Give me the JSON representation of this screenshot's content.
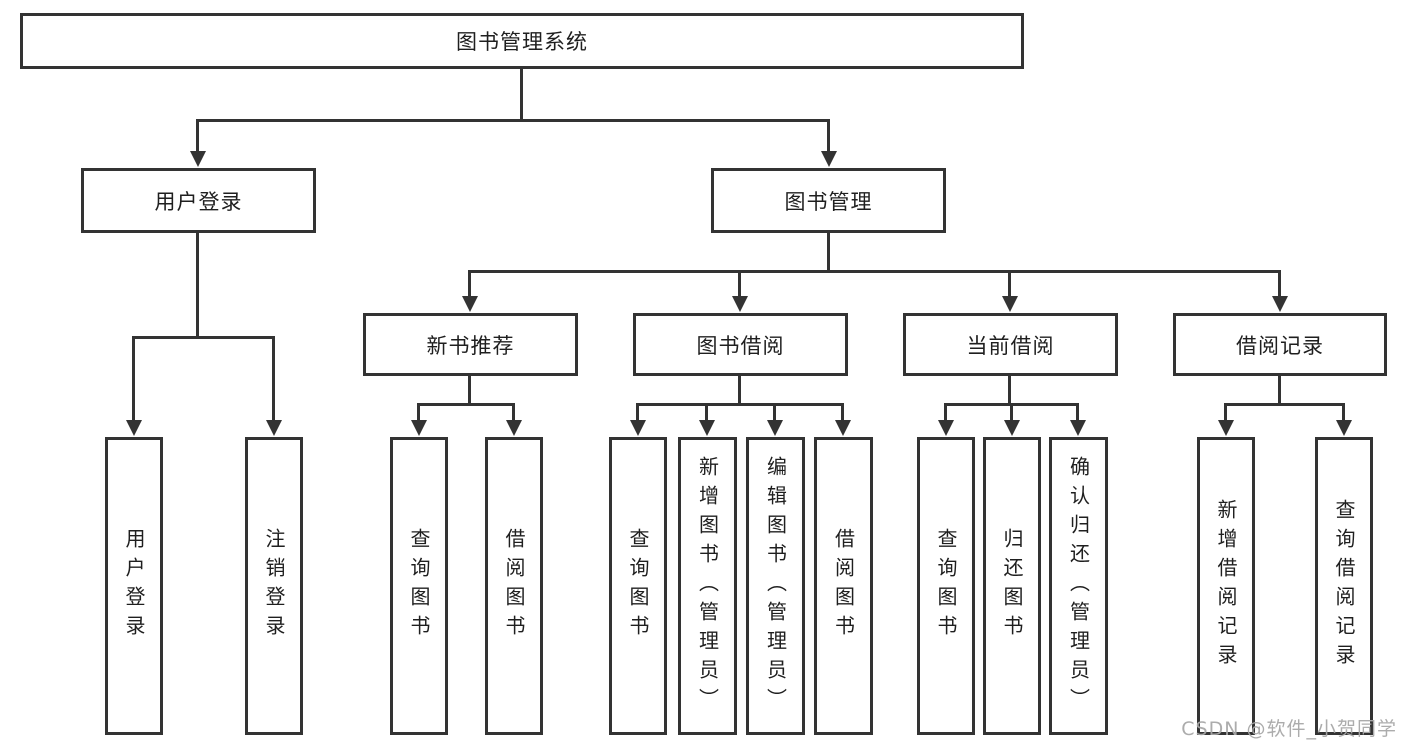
{
  "diagram": {
    "type": "hierarchy-tree",
    "colors": {
      "line": "#333333",
      "text": "#1f1f1f",
      "background": "#ffffff",
      "watermark": "#a8a8a8"
    }
  },
  "nodes": {
    "root": "图书管理系统",
    "userLogin": "用户登录",
    "bookMgmt": "图书管理",
    "newBookRec": "新书推荐",
    "bookBorrow": "图书借阅",
    "currentBorrow": "当前借阅",
    "borrowRecords": "借阅记录",
    "leafUserLogin": "用户登录",
    "leafLogout": "注销登录",
    "leafQueryBookA": "查询图书",
    "leafBorrowBookA": "借阅图书",
    "leafQueryBookB": "查询图书",
    "leafAddBook": "新增图书（管理员）",
    "leafEditBook": "编辑图书（管理员）",
    "leafBorrowBookB": "借阅图书",
    "leafQueryBookC": "查询图书",
    "leafReturnBook": "归还图书",
    "leafConfirmReturn": "确认归还（管理员）",
    "leafAddRecord": "新增借阅记录",
    "leafQueryRecord": "查询借阅记录"
  },
  "watermark": "CSDN @软件_小贺同学"
}
